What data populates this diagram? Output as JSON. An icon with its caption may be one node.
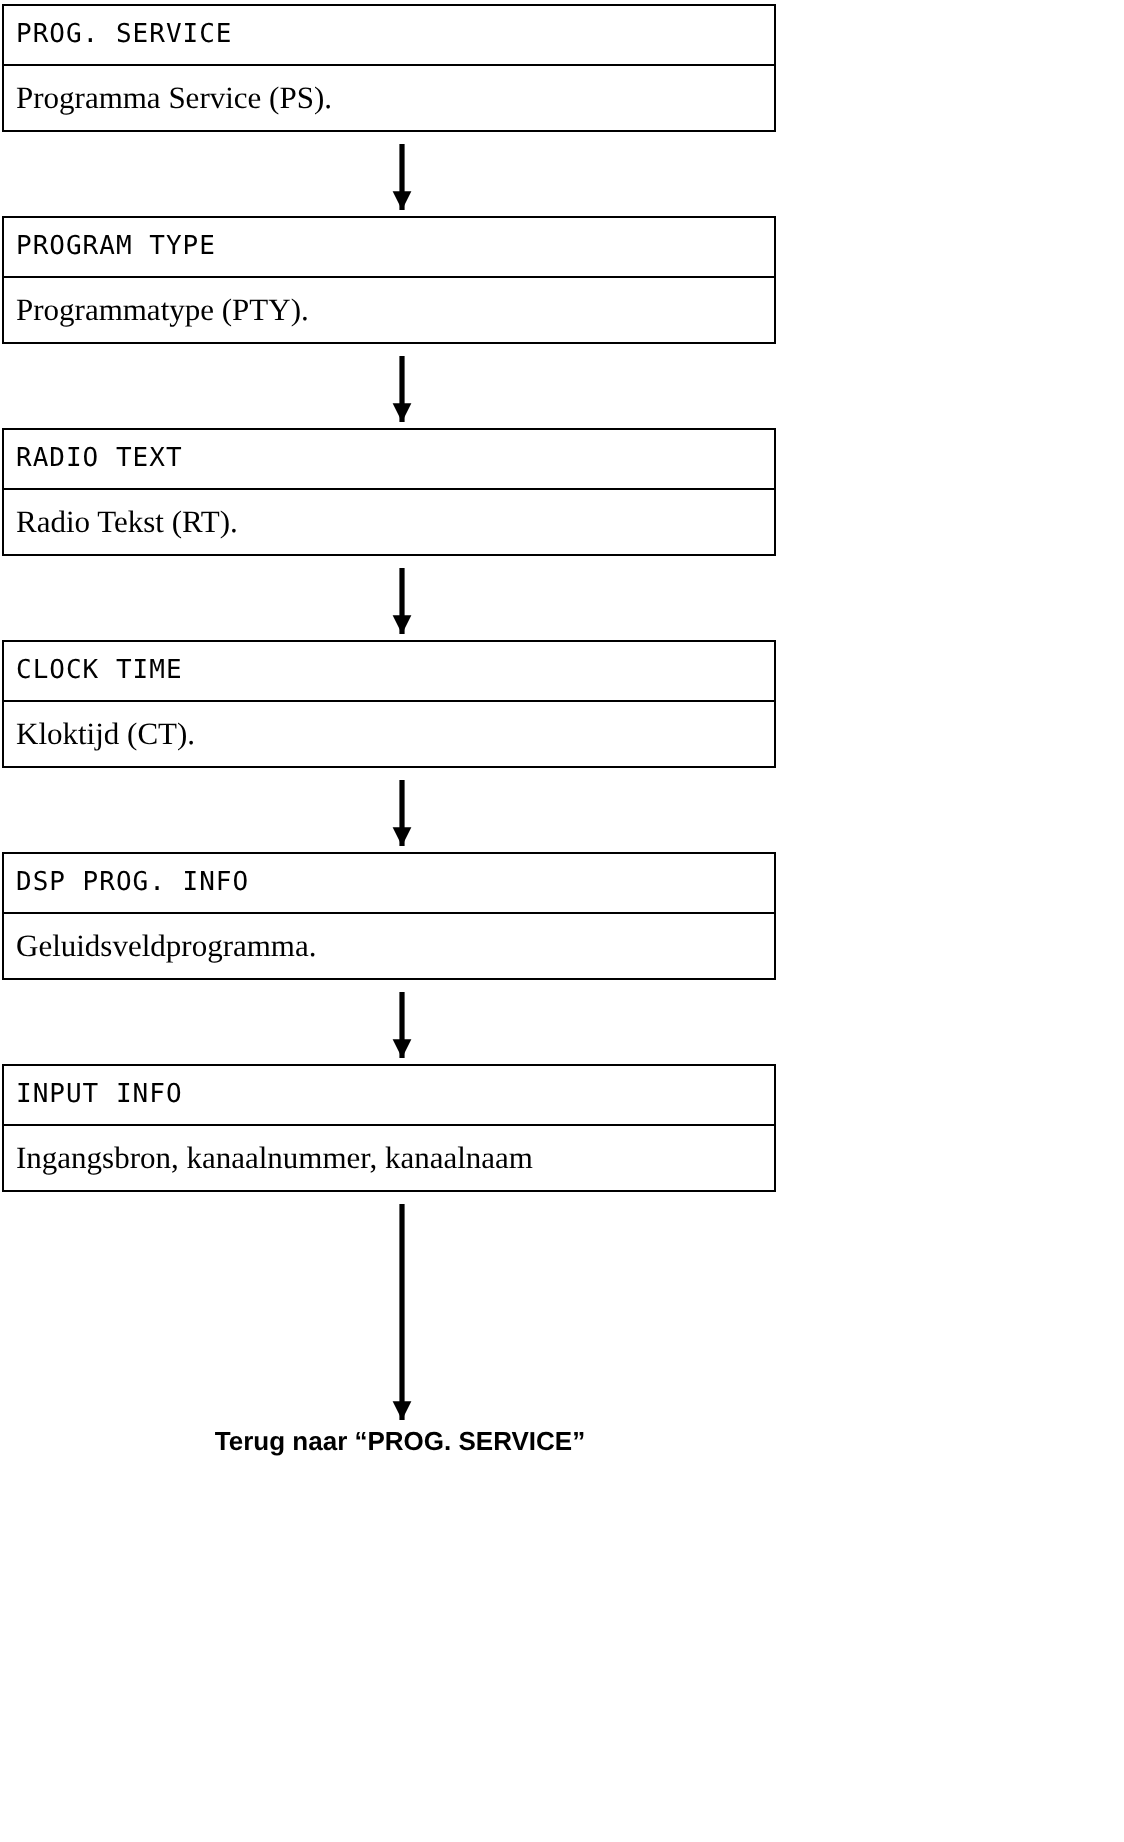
{
  "diagram": {
    "nodes": [
      {
        "text": [
          "PROG. SERVICE",
          "Programma Service (PS)."
        ]
      },
      {
        "text": [
          "PROGRAM TYPE",
          "Programmatype (PTY)."
        ]
      },
      {
        "text": [
          "RADIO TEXT",
          "Radio Tekst (RT)."
        ]
      },
      {
        "text": [
          "CLOCK TIME",
          "Kloktijd (CT)."
        ]
      },
      {
        "text": [
          "DSP PROG. INFO",
          "Geluidsveldprogramma."
        ]
      },
      {
        "text": [
          "INPUT INFO",
          "Ingangsbron, kanaalnummer, kanaalnaam"
        ]
      },
      {
        "text": [
          "Terug naar “PROG. SERVICE”"
        ]
      }
    ],
    "edges": [
      {
        "from": 0,
        "to": 1,
        "arrow": "to"
      },
      {
        "from": 1,
        "to": 2,
        "arrow": "to"
      },
      {
        "from": 2,
        "to": 3,
        "arrow": "to"
      },
      {
        "from": 3,
        "to": 4,
        "arrow": "to"
      },
      {
        "from": 4,
        "to": 5,
        "arrow": "to"
      },
      {
        "from": 5,
        "to": 6,
        "arrow": "to"
      }
    ]
  }
}
